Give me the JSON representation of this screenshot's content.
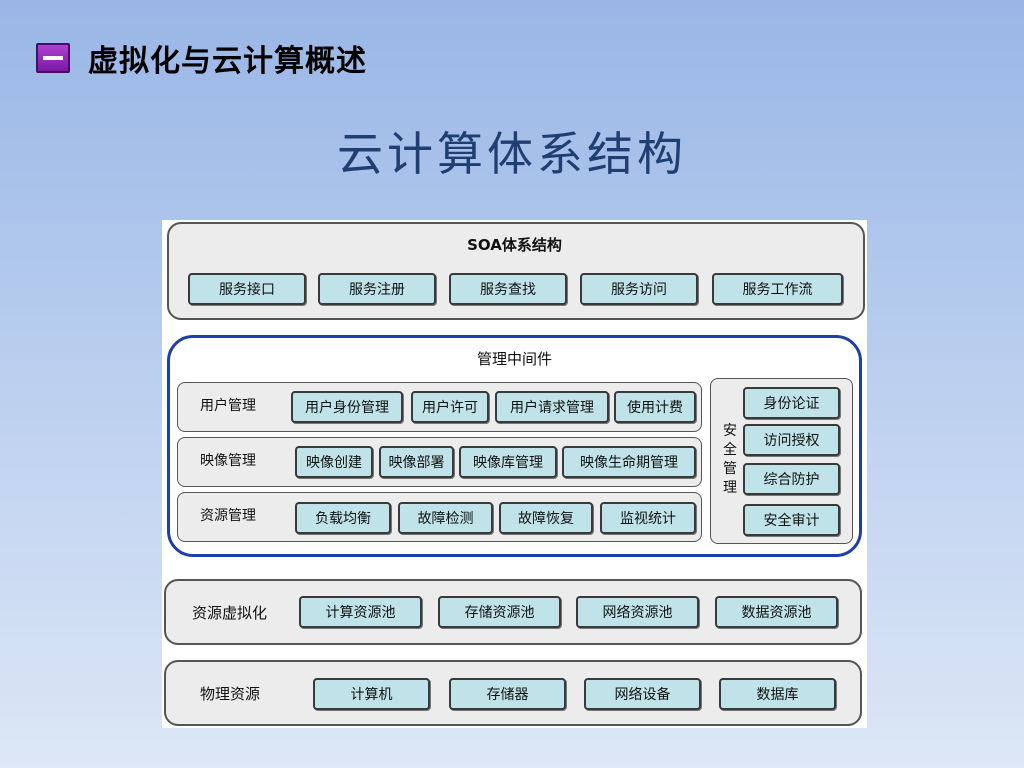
{
  "header": {
    "title": "虚拟化与云计算概述"
  },
  "slide": {
    "title": "云计算体系结构"
  },
  "diagram": {
    "soa": {
      "title": "SOA体系结构",
      "items": [
        "服务接口",
        "服务注册",
        "服务查找",
        "服务访问",
        "服务工作流"
      ]
    },
    "middleware": {
      "title": "管理中间件",
      "rows": [
        {
          "label": "用户管理",
          "items": [
            "用户身份管理",
            "用户许可",
            "用户请求管理",
            "使用计费"
          ]
        },
        {
          "label": "映像管理",
          "items": [
            "映像创建",
            "映像部署",
            "映像库管理",
            "映像生命期管理"
          ]
        },
        {
          "label": "资源管理",
          "items": [
            "负载均衡",
            "故障检测",
            "故障恢复",
            "监视统计"
          ]
        }
      ],
      "security": {
        "label": "安全管理",
        "items": [
          "身份论证",
          "访问授权",
          "综合防护",
          "安全审计"
        ]
      }
    },
    "virtualization": {
      "label": "资源虚拟化",
      "items": [
        "计算资源池",
        "存储资源池",
        "网络资源池",
        "数据资源池"
      ]
    },
    "physical": {
      "label": "物理资源",
      "items": [
        "计算机",
        "存储器",
        "网络设备",
        "数据库"
      ]
    }
  }
}
